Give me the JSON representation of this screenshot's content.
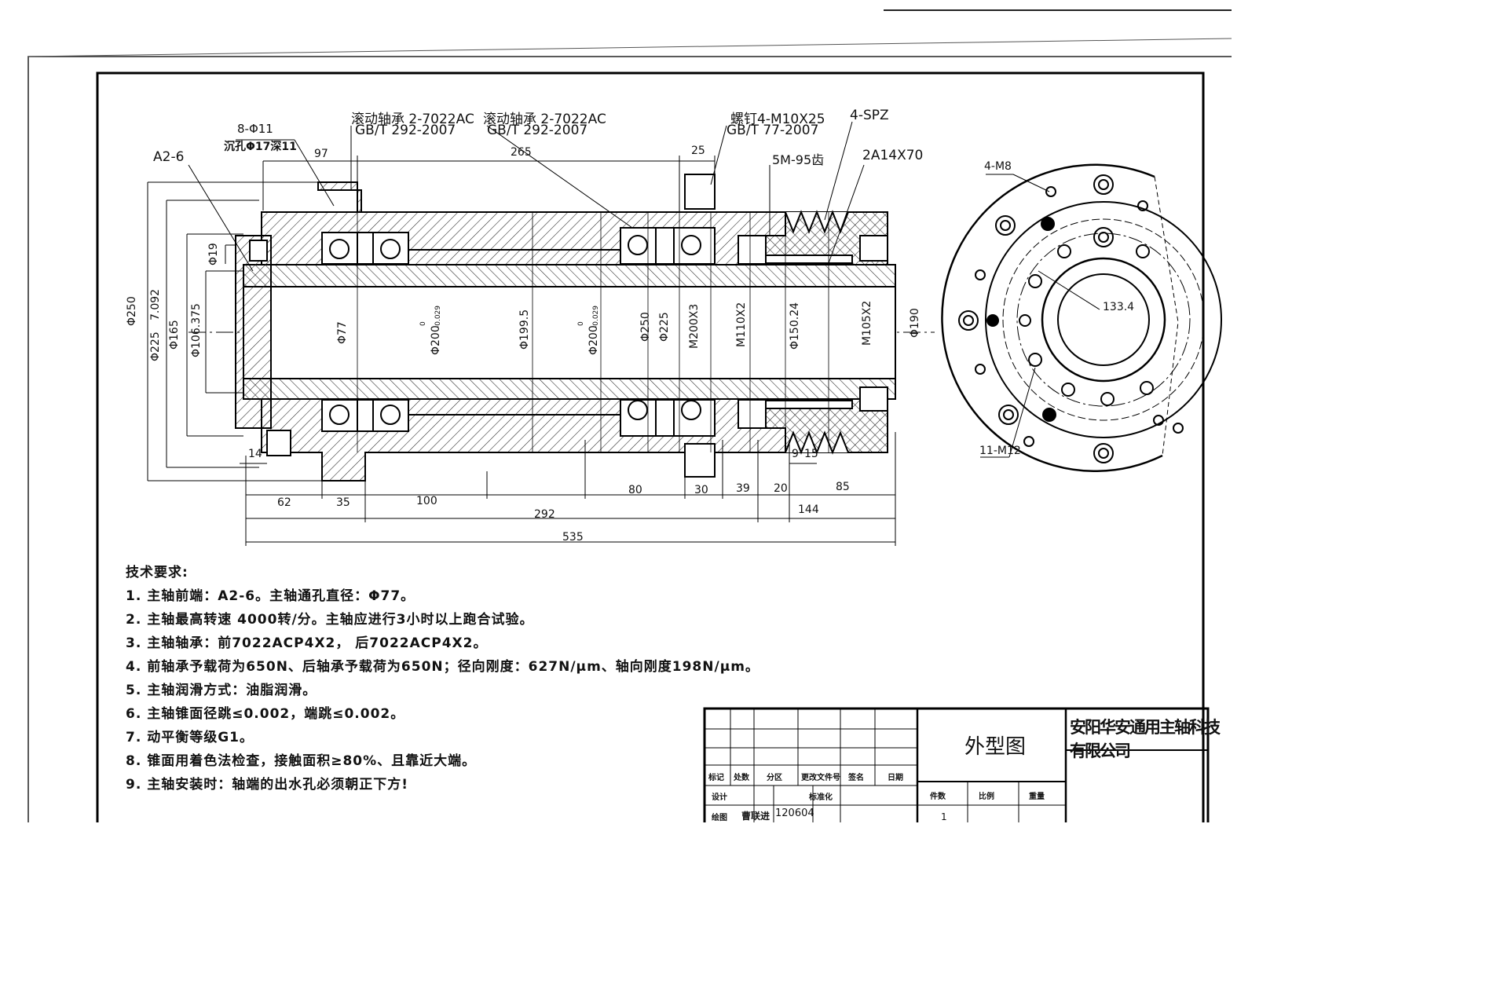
{
  "drawing": {
    "callouts": {
      "bearing_front_1": "滚动轴承 2-7022AC",
      "bearing_front_2": "GB/T 292-2007",
      "bearing_rear_1": "滚动轴承 2-7022AC",
      "bearing_rear_2": "GB/T 292-2007",
      "screw_1": "螺钉4-M10X25",
      "screw_2": "GB/T 77-2007",
      "spz": "4-SPZ",
      "holes_1": "8-Φ11",
      "holes_2": "沉孔Φ17深11",
      "nose": "A2-6",
      "gear": "5M-95齿",
      "key": "2A14X70"
    },
    "top_dims": [
      "97",
      "265",
      "25"
    ],
    "bottom_dims": {
      "row1": [
        "14",
        "9",
        "15"
      ],
      "row2": [
        "62",
        "35",
        "100",
        "80",
        "30",
        "39",
        "20",
        "85"
      ],
      "row3": [
        "292",
        "144"
      ],
      "row4": [
        "535"
      ]
    },
    "left_dims": [
      "Φ250",
      "Φ225",
      "7.092",
      "Φ165",
      "Φ106.375",
      "Φ19"
    ],
    "inner_dims": [
      "Φ77",
      "Φ200",
      "-0.029",
      "0",
      "Φ199.5",
      "Φ200",
      "-0.029",
      "0",
      "Φ250",
      "Φ225",
      "M200X3",
      "M110X2",
      "Φ150.24",
      "M105X2",
      "Φ190"
    ],
    "end_view": {
      "holes_top": "4-M8",
      "holes_bottom": "11-M12",
      "pcd": "133.4"
    }
  },
  "notes": {
    "heading": "技术要求:",
    "items": [
      "1. 主轴前端：A2-6。主轴通孔直径：Φ77。",
      "2. 主轴最高转速 4000转/分。主轴应进行3小时以上跑合试验。",
      "3. 主轴轴承：前7022ACP4X2，  后7022ACP4X2。",
      "4. 前轴承予载荷为650N、后轴承予载荷为650N；径向刚度：627N/μm、轴向刚度198N/μm。",
      "5. 主轴润滑方式：油脂润滑。",
      "6. 主轴锥面径跳≤0.002，端跳≤0.002。",
      "7. 动平衡等级G1。",
      "8. 锥面用着色法检查，接触面积≥80%、且靠近大端。",
      "9. 主轴安装时：轴端的出水孔必须朝正下方!"
    ]
  },
  "title_block": {
    "drawing_title": "外型图",
    "company": "安阳华安通用主轴科技有限公司",
    "headers": [
      "标记",
      "处数",
      "分区",
      "更改文件号",
      "签名",
      "日期"
    ],
    "design": "设计",
    "standard": "标准化",
    "draw": "绘图",
    "drawer": "曹联进",
    "date": "120604",
    "qty_label": "件数",
    "scale_label": "比例",
    "weight_label": "重量",
    "qty": "1"
  }
}
